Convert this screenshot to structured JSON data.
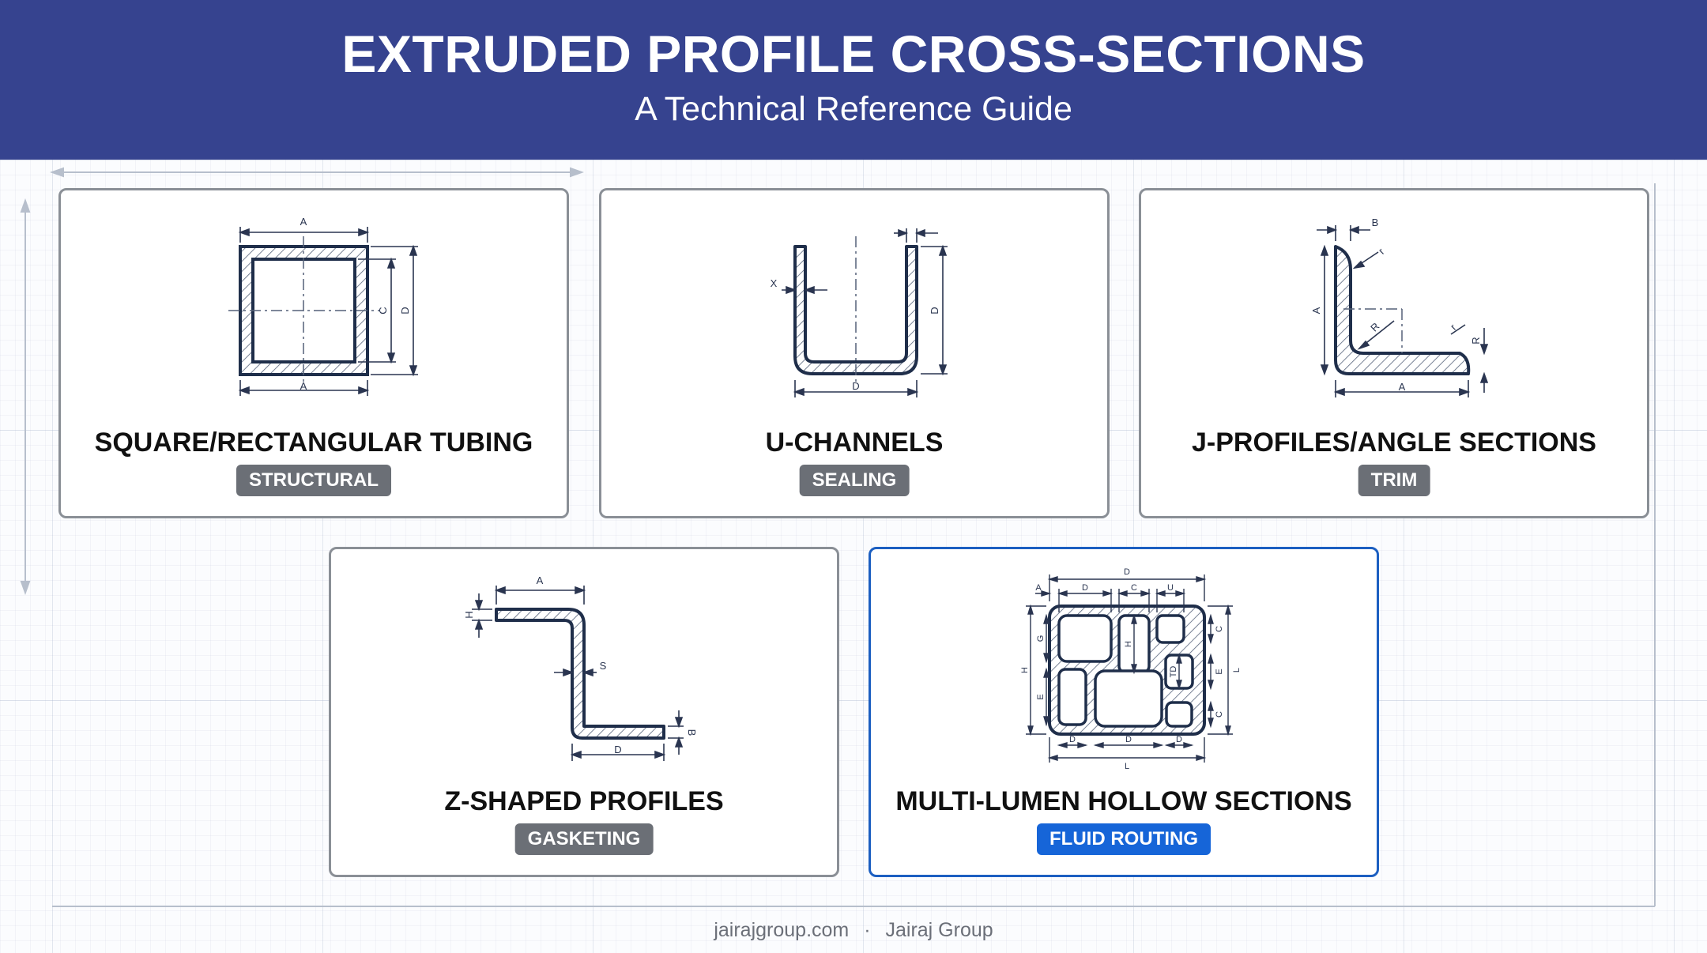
{
  "header": {
    "title": "EXTRUDED PROFILE CROSS-SECTIONS",
    "subtitle": "A Technical Reference Guide"
  },
  "profiles": [
    {
      "name": "SQUARE/RECTANGULAR TUBING",
      "tag": "STRUCTURAL",
      "icon": "square-tube-icon",
      "dim_labels": [
        "A",
        "A",
        "C",
        "D"
      ]
    },
    {
      "name": "U-CHANNELS",
      "tag": "SEALING",
      "icon": "u-channel-icon",
      "dim_labels": [
        "X",
        "D",
        "D"
      ]
    },
    {
      "name": "J-PROFILES/ANGLE SECTIONS",
      "tag": "TRIM",
      "icon": "angle-section-icon",
      "dim_labels": [
        "B",
        "r",
        "A",
        "R",
        "r",
        "R",
        "A"
      ]
    },
    {
      "name": "Z-SHAPED PROFILES",
      "tag": "GASKETING",
      "icon": "z-profile-icon",
      "dim_labels": [
        "A",
        "H",
        "S",
        "D",
        "B"
      ]
    },
    {
      "name": "MULTI-LUMEN HOLLOW SECTIONS",
      "tag": "FLUID ROUTING",
      "icon": "multi-lumen-icon",
      "highlighted": true,
      "dim_labels": [
        "D",
        "A",
        "D",
        "C",
        "U",
        "G",
        "H",
        "E",
        "H",
        "TD",
        "C",
        "E",
        "C",
        "L",
        "D",
        "D",
        "D",
        "L"
      ]
    }
  ],
  "footer": {
    "site": "jairajgroup.com",
    "separator": "·",
    "company": "Jairaj Group"
  },
  "colors": {
    "banner": "#36438f",
    "outline": "#1f2e4a",
    "dimension": "#2a3550",
    "tag_gray": "#6b6f76",
    "tag_blue": "#1665d8",
    "card_border": "#8a8f96",
    "accent_border": "#1c5fc1"
  }
}
